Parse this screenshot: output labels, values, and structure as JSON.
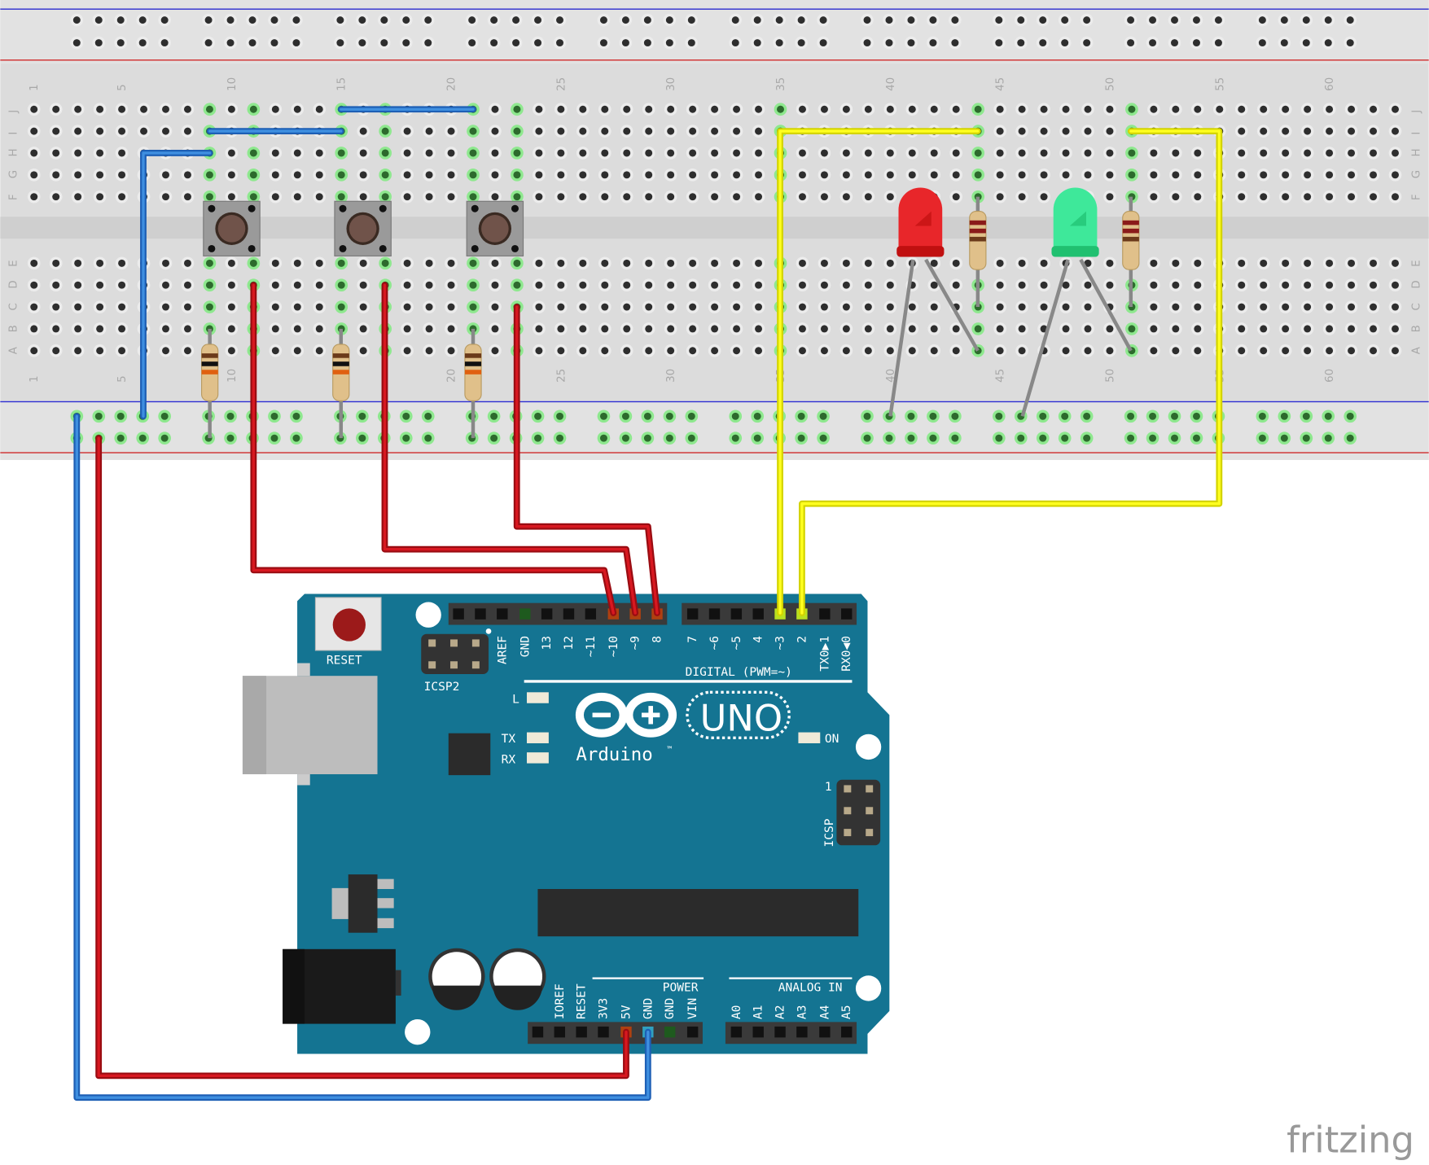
{
  "breadboard": {
    "column_labels": [
      "1",
      "5",
      "10",
      "15",
      "20",
      "25",
      "30",
      "35",
      "40",
      "45",
      "50",
      "55",
      "60"
    ],
    "row_labels_top": [
      "J",
      "I",
      "H",
      "G",
      "F"
    ],
    "row_labels_bottom": [
      "E",
      "D",
      "C",
      "B",
      "A"
    ]
  },
  "arduino": {
    "reset_label": "RESET",
    "icsp2_label": "ICSP2",
    "icsp_label": "ICSP",
    "icsp_pin1": "1",
    "led_l": "L",
    "led_tx": "TX",
    "led_rx": "RX",
    "led_on": "ON",
    "logo_text": "Arduino",
    "tm": "™",
    "model": "UNO",
    "digital_label": "DIGITAL (PWM=~)",
    "power_label": "POWER",
    "analog_label": "ANALOG IN",
    "digital_pins_left": [
      "AREF",
      "GND",
      "13",
      "12",
      "~11",
      "~10",
      "~9",
      "8"
    ],
    "digital_pins_right": [
      "7",
      "~6",
      "~5",
      "4",
      "~3",
      "2",
      "TX0▶1",
      "RX0◀0"
    ],
    "power_pins": [
      "IOREF",
      "RESET",
      "3V3",
      "5V",
      "GND",
      "GND",
      "VIN"
    ],
    "analog_pins": [
      "A0",
      "A1",
      "A2",
      "A3",
      "A4",
      "A5"
    ]
  },
  "colors": {
    "board": "#147492",
    "wire_red": "#c8101a",
    "wire_blue": "#2f74c8",
    "wire_yellow": "#f2f200",
    "led_red": "#e8262a",
    "led_green": "#3ee89a"
  },
  "watermark": "fritzing"
}
